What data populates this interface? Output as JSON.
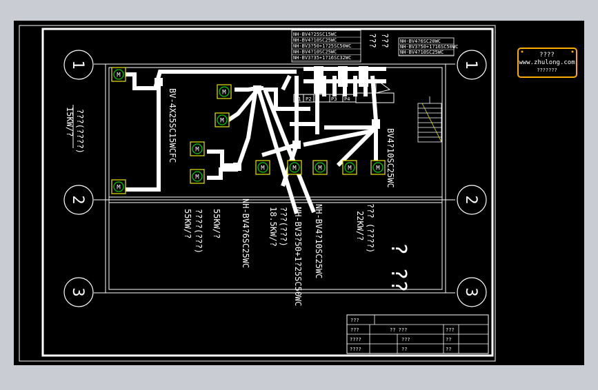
{
  "colors": {
    "background": "#000000",
    "line": "#ffffff",
    "motor_fill": "#e8e800",
    "motor_ring": "#00cc00",
    "logo_border": "#ffaa00",
    "window": "#c9ccd2"
  },
  "axes": {
    "1": "1",
    "2": "2",
    "3": "3"
  },
  "motor_symbol": "M",
  "cables": {
    "left_vertical": "BV-4X25SC15WCFC",
    "right_vertical": "BV4?10SC25WC",
    "bottom_1": "NH-BV4?6SC25WC",
    "bottom_2": "NH-BV3?50+1?25SC50WC",
    "bottom_3": "NH-BV4?10SC25WC"
  },
  "loads": {
    "left_top_label": "???(????)",
    "left_top_power": "15KW/?",
    "load_a_label": "????(???)",
    "load_a_power": "55KW/?",
    "load_a_power_2": "55KW/?",
    "load_b_label": "???(???)",
    "load_b_power": "18.5KW/?",
    "load_c_label": "??? (????)",
    "load_c_power": "22KW/?",
    "room_label": "? ??"
  },
  "top_cables": [
    "NH-BV4?25SC15WC",
    "NH-BV4?10SC25WC",
    "NH-BV3?50+1?25SC50WC",
    "NH-BV4?10SC25WC",
    "NH-BV3?35+1?16SC32WC"
  ],
  "right_cables": [
    "NH-BV4?6SC20WC",
    "NH-BV3?50+1?16SC50WC",
    "NH-BV4?10SC25WC"
  ],
  "top_question": "???",
  "top_question_2": "???",
  "panel_labels": [
    "P1",
    "P2",
    "P3",
    "P4"
  ],
  "logo": {
    "line1": "????",
    "line2": "www.zhulong.com",
    "line3": "???????"
  },
  "title_block": {
    "r1c1": "???",
    "r2c1": "???",
    "r2c2": "?? ???",
    "r2c3": "???",
    "r3c1": "????",
    "r3c2": "???",
    "r3c3": "??",
    "r4c1": "????",
    "r4c2": "??",
    "r4c3": "??"
  }
}
